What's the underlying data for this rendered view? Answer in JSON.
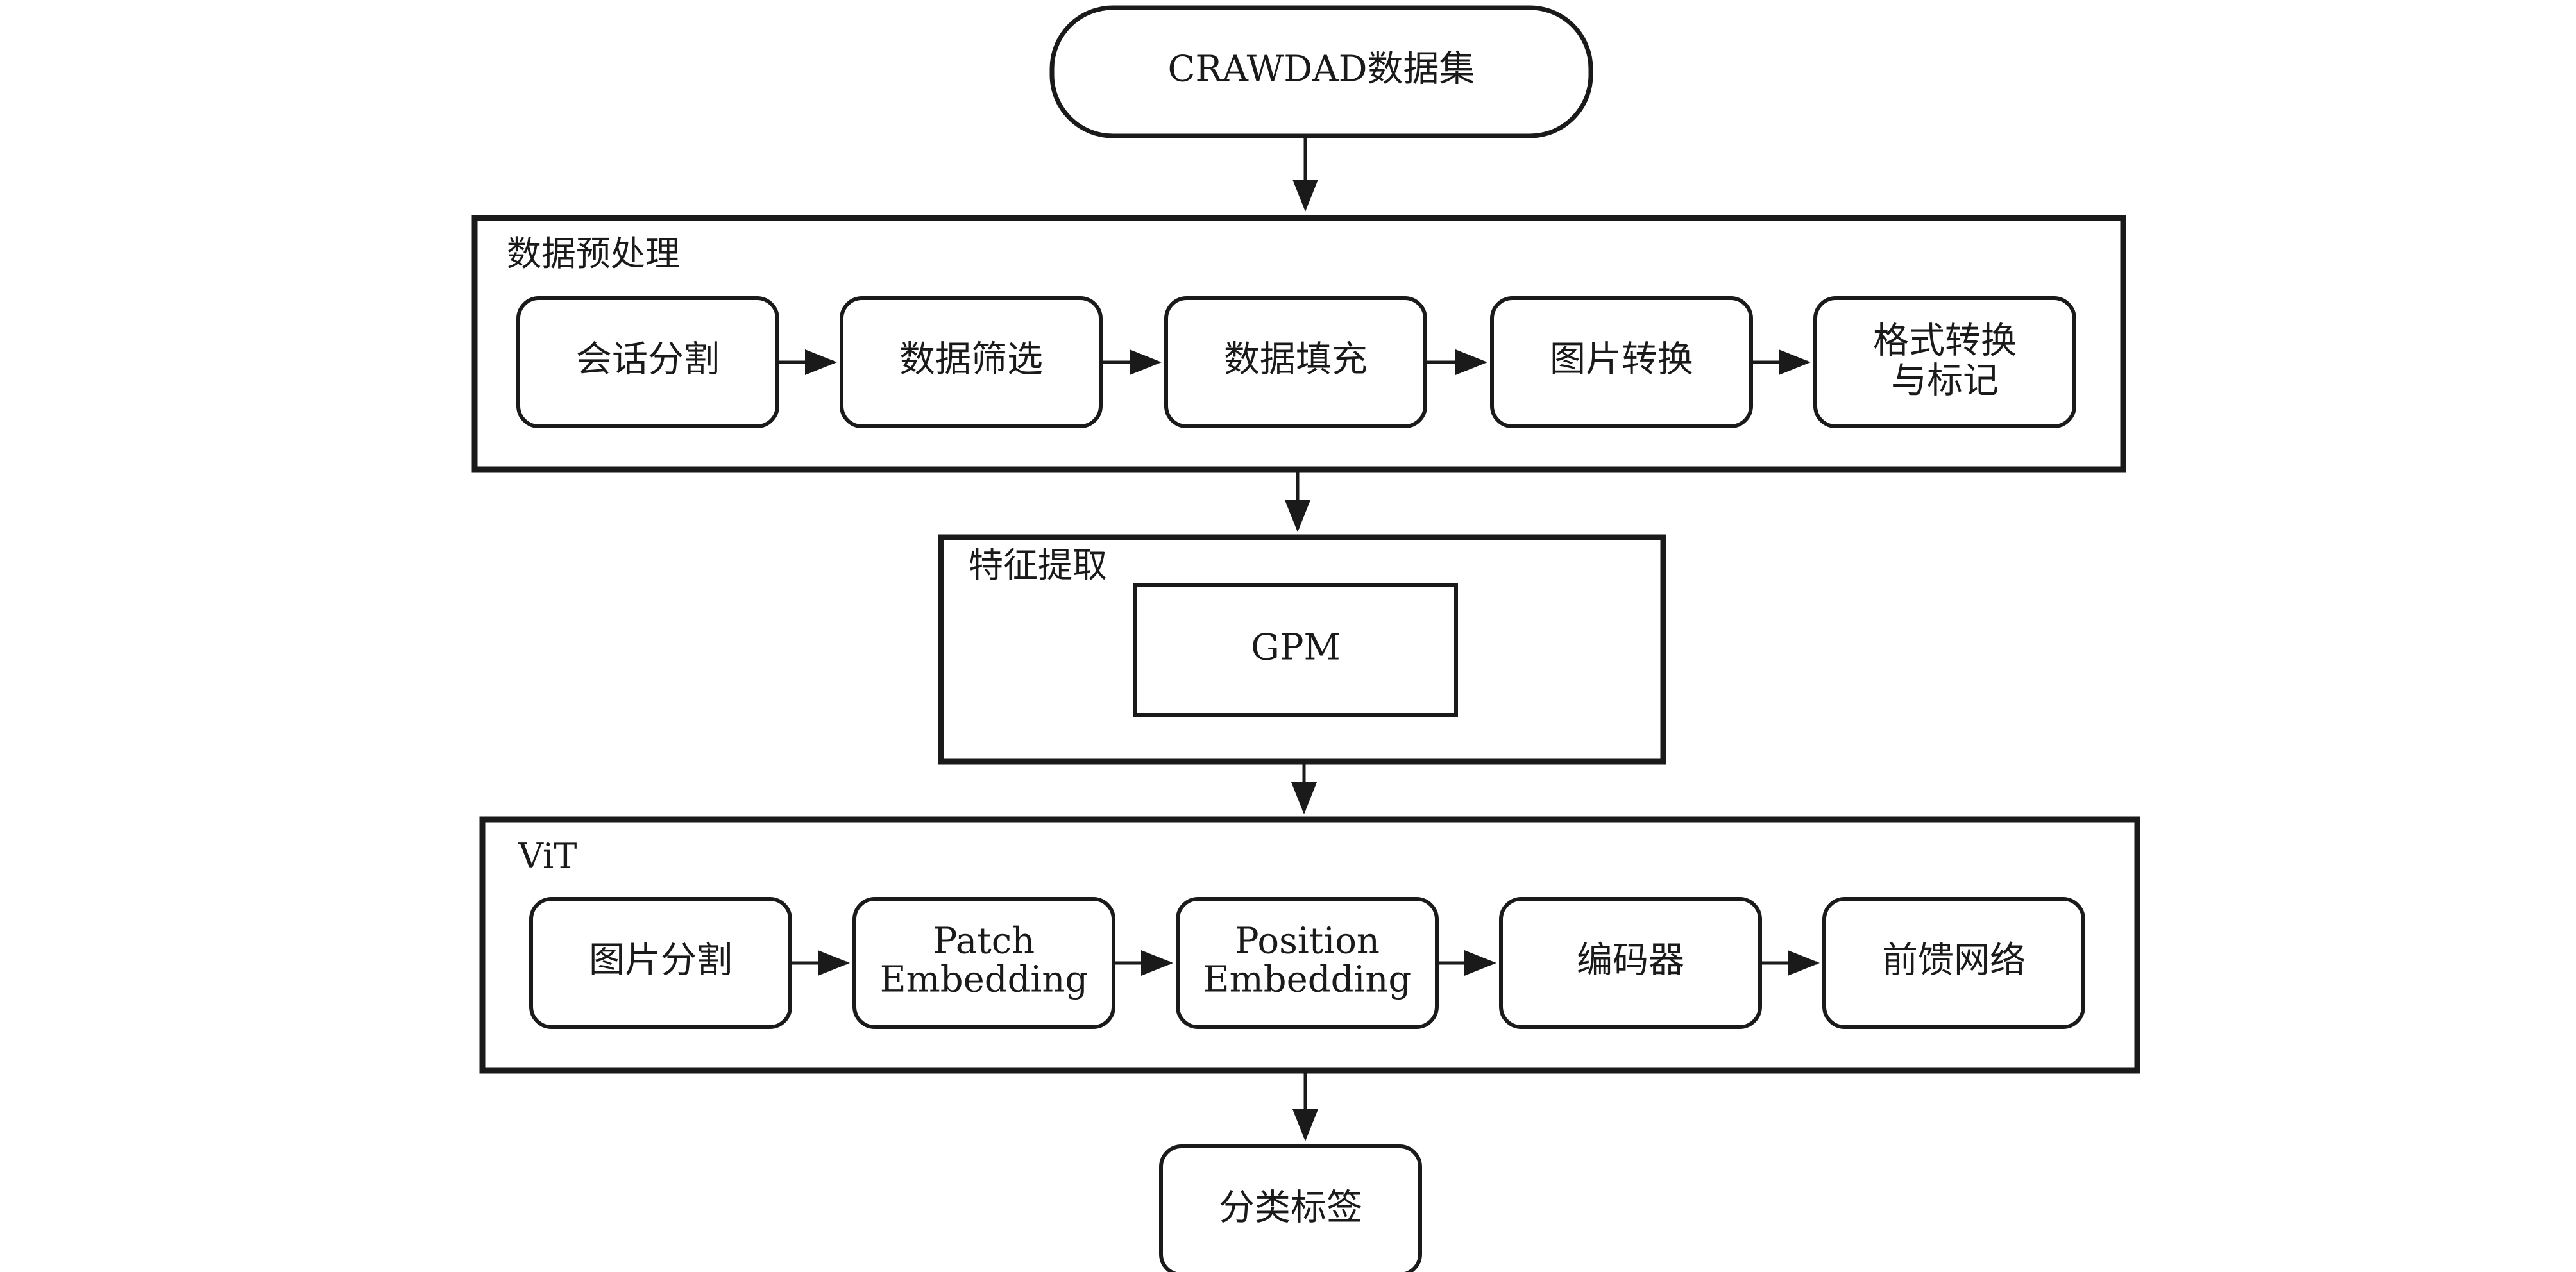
{
  "source": {
    "label": "CRAWDAD数据集"
  },
  "preprocessing": {
    "title": "数据预处理",
    "steps": [
      {
        "label": "会话分割"
      },
      {
        "label": "数据筛选"
      },
      {
        "label": "数据填充"
      },
      {
        "label": "图片转换"
      },
      {
        "label_line1": "格式转换",
        "label_line2": "与标记"
      }
    ]
  },
  "feature_extraction": {
    "title": "特征提取",
    "module": {
      "label": "GPM"
    }
  },
  "vit": {
    "title": "ViT",
    "steps": [
      {
        "label": "图片分割"
      },
      {
        "label_line1": "Patch",
        "label_line2": "Embedding"
      },
      {
        "label_line1": "Position",
        "label_line2": "Embedding"
      },
      {
        "label": "编码器"
      },
      {
        "label": "前馈网络"
      }
    ]
  },
  "output": {
    "label": "分类标签"
  }
}
